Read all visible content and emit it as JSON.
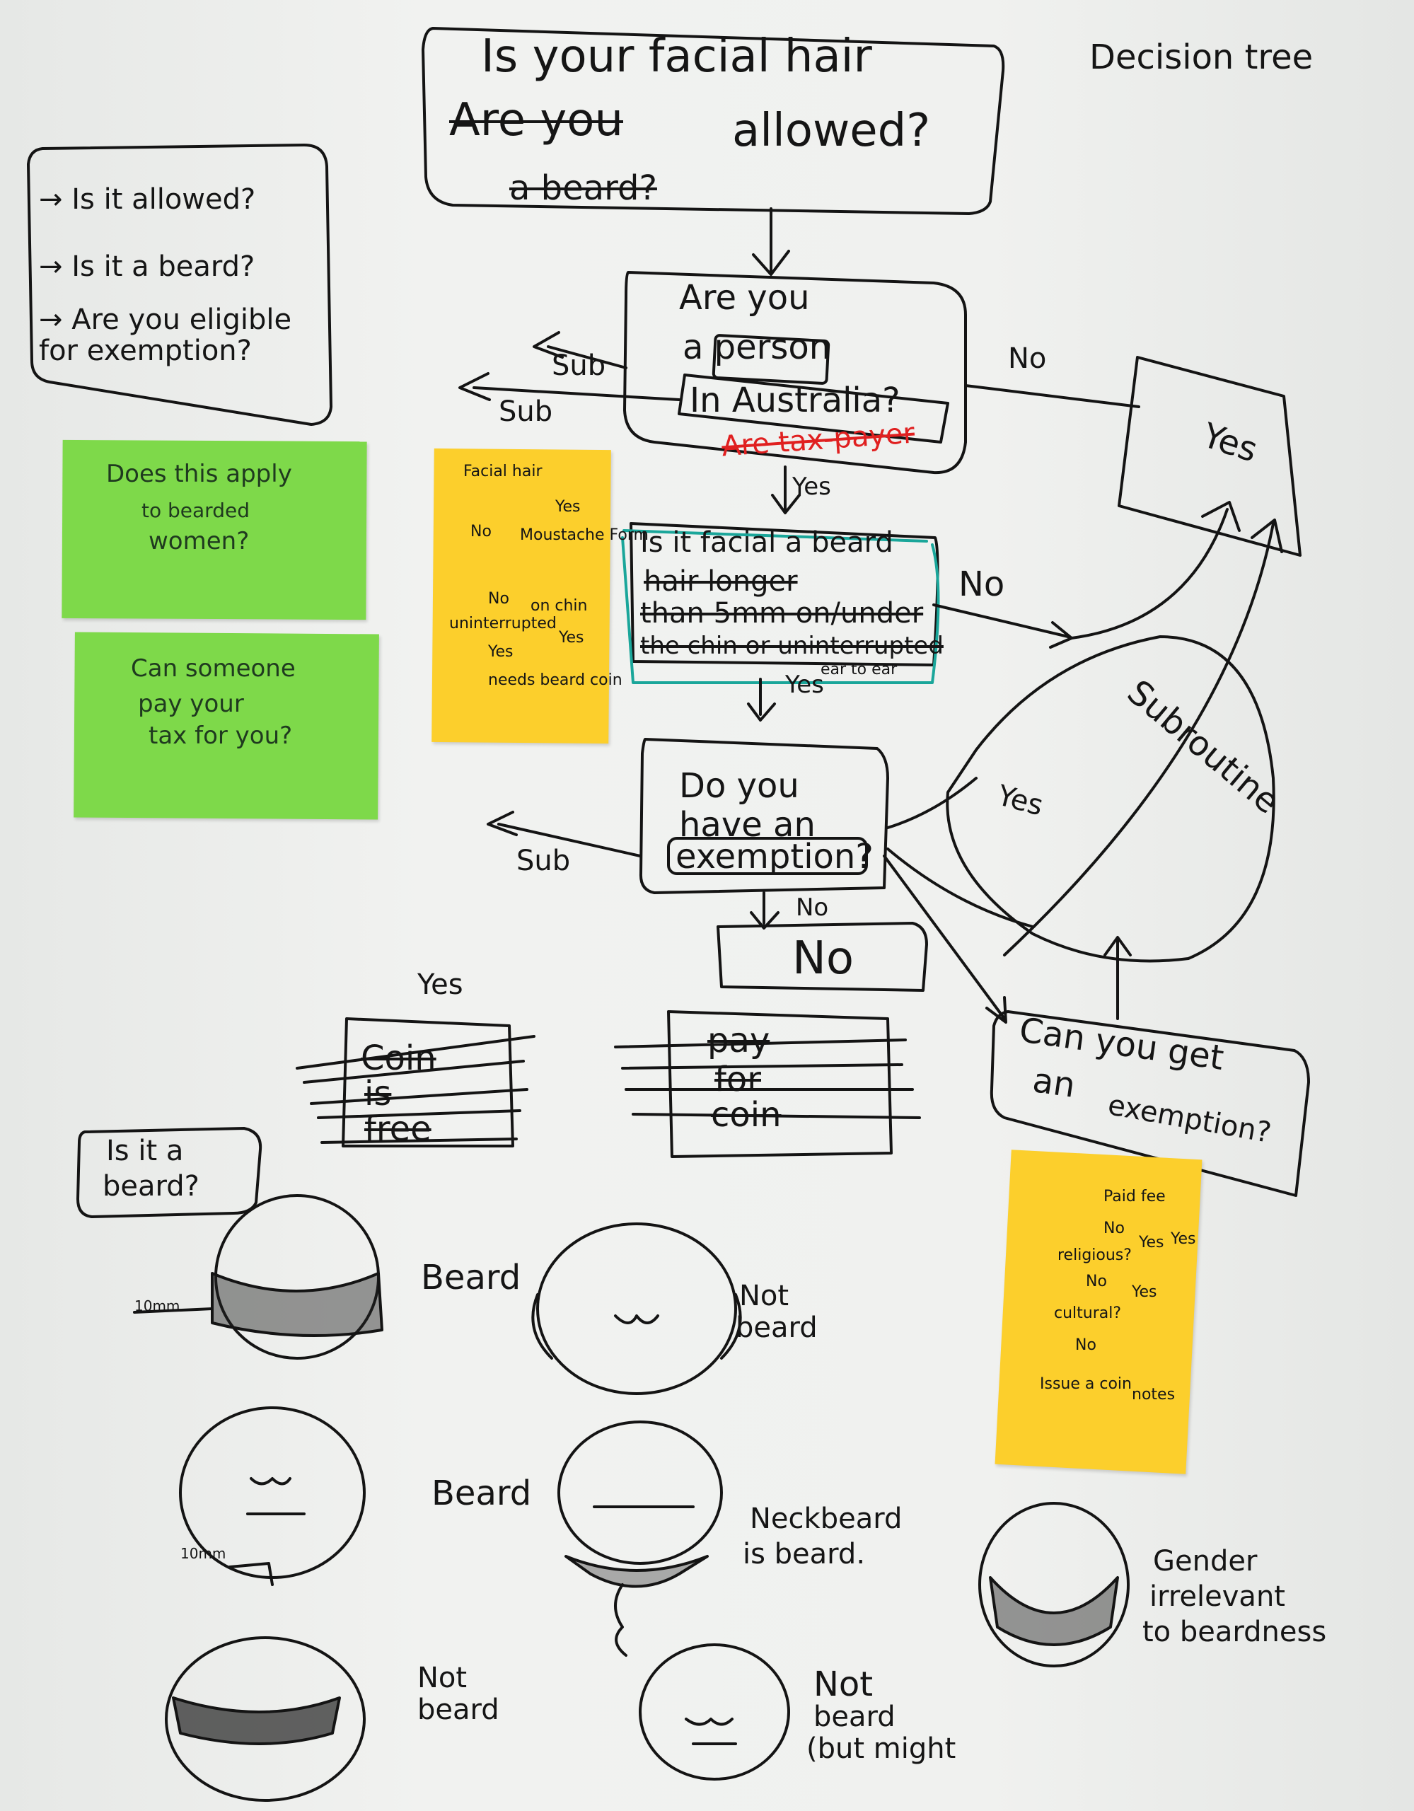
{
  "title": "Decision tree",
  "top_question": {
    "line1": "Is your facial hair",
    "line2_struck": "Are you",
    "line2": "allowed?",
    "line3_struck": "a beard?"
  },
  "side_list": [
    "Is it allowed?",
    "Is it a beard?",
    "Are you eligible for exemption?"
  ],
  "sticky_green_1": [
    "Does this apply",
    "to bearded",
    "women?"
  ],
  "sticky_green_2": [
    "Can someone",
    "pay your",
    "tax for you?"
  ],
  "node_person": {
    "l1": "Are you",
    "l2": "a person",
    "l3": "In Australia?",
    "red_note": "Are tax-payer"
  },
  "node_beard": {
    "l1": "Is it facial a beard",
    "l2": "hair longer",
    "l3": "than 5mm on/under",
    "l4": "the chin or uninterrupted",
    "note": "ear to ear"
  },
  "node_exemption": {
    "l1": "Do you",
    "l2": "have an",
    "l3": "exemption?"
  },
  "node_no": "No",
  "node_yes": "Yes",
  "node_can_exempt": {
    "l1": "Can you get",
    "l2": "an",
    "l3": "exemption?"
  },
  "subroutine": "Subroutine",
  "edge_labels": {
    "sub": "Sub",
    "yes": "Yes",
    "no": "No"
  },
  "struck_boxes": {
    "left": [
      "Coin",
      "is",
      "free"
    ],
    "right": [
      "pay",
      "for",
      "coin"
    ]
  },
  "is_it_beard_box": [
    "Is it a",
    "beard?"
  ],
  "faces": {
    "beard1": "Beard",
    "notbeard1": [
      "Not",
      "beard"
    ],
    "beard2": "Beard",
    "neckbeard": [
      "Neckbeard",
      "is beard."
    ],
    "gender": [
      "Gender",
      "irrelevant",
      "to beardness"
    ],
    "notbeard2": [
      "Not",
      "beard"
    ],
    "notbeard3": [
      "Not",
      "beard",
      "(but might"
    ],
    "measure": "10mm"
  },
  "sticky_yellow_1": {
    "title": "Facial hair",
    "items": [
      "Yes",
      "No",
      "Moustache Form",
      "No",
      "on chin",
      "Yes",
      "uninterrupted",
      "Yes",
      "needs beard coin"
    ]
  },
  "sticky_yellow_2": {
    "title": "Paid fee",
    "items": [
      "No",
      "Yes",
      "religious?",
      "Yes",
      "No",
      "cultural?",
      "No",
      "Yes",
      "Issue a coin",
      "notes"
    ]
  }
}
